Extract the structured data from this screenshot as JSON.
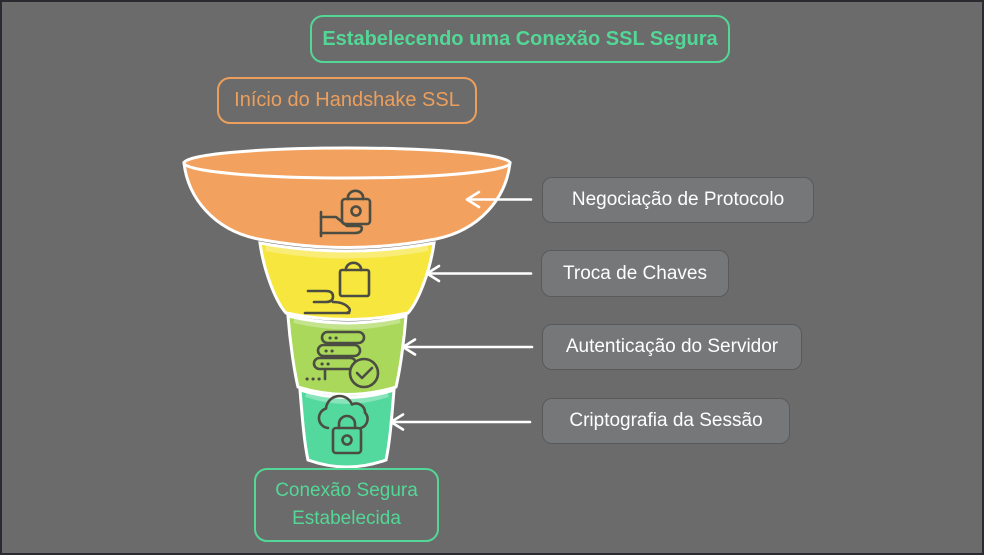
{
  "title": "Estabelecendo uma Conexão SSL Segura",
  "start_label": "Início do Handshake SSL",
  "end_label": "Conexão Segura\nEstabelecida",
  "colors": {
    "background": "#6b6b6b",
    "frame_border": "#2a2a31",
    "mint_accent": "#53d796",
    "orange_accent": "#ec9f5d",
    "label_box_bg": "#757779",
    "label_box_border": "#595a5c",
    "label_text": "#ffffff",
    "arrow": "#ffffff",
    "icon_stroke": "#4b4d43"
  },
  "funnel": {
    "segments": [
      {
        "label": "Negociação de Protocolo",
        "color": "#f2a15e",
        "icon": "hand-lock-icon"
      },
      {
        "label": "Troca de Chaves",
        "color": "#f7e63d",
        "icon": "hand-lock-icon"
      },
      {
        "label": "Autenticação do Servidor",
        "color": "#a9d85b",
        "icon": "server-check-icon"
      },
      {
        "label": "Criptografia da Sessão",
        "color": "#53d89e",
        "icon": "cloud-lock-icon"
      }
    ]
  }
}
